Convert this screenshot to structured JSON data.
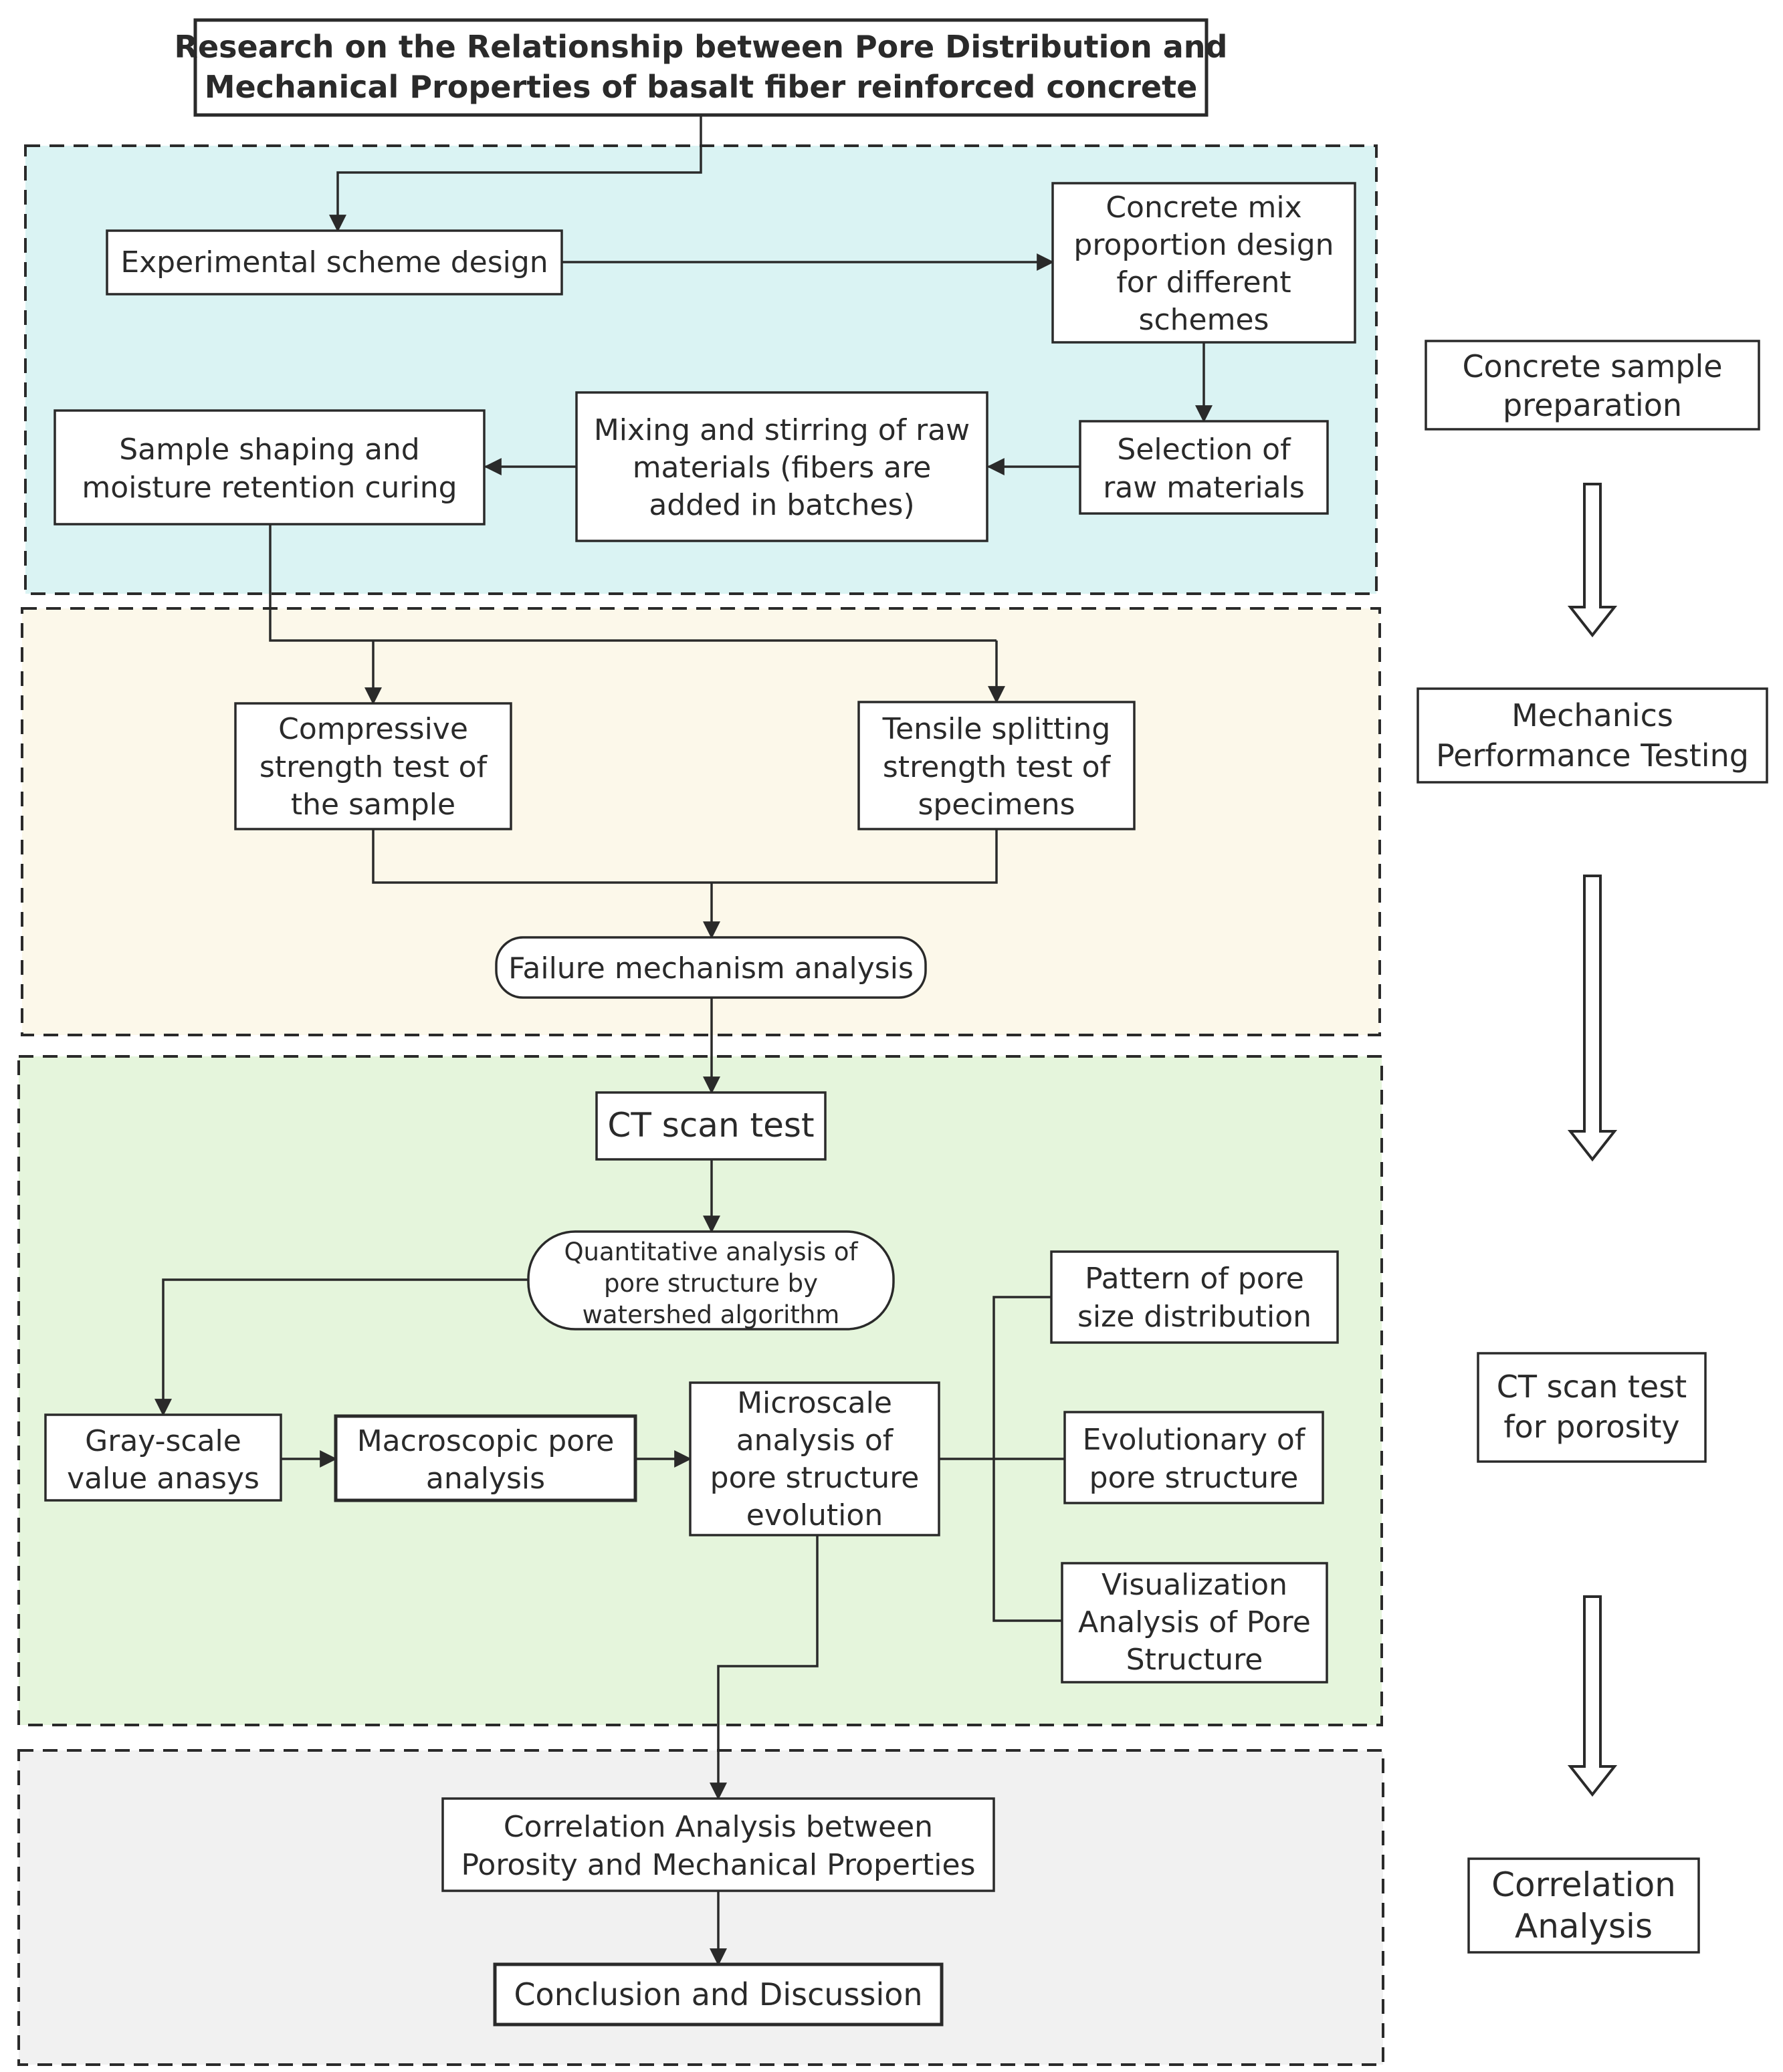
{
  "title": {
    "line1": "Research on the Relationship between Pore Distribution and",
    "line2": "Mechanical Properties of basalt fiber reinforced concrete"
  },
  "regions": {
    "prep": {
      "fill": "#daf3f3"
    },
    "mech": {
      "fill": "#fcf8ea"
    },
    "ct": {
      "fill": "#e5f5dc"
    },
    "corr": {
      "fill": "#f1f1f1"
    }
  },
  "stages": {
    "prep": {
      "lines": [
        "Concrete sample",
        "preparation"
      ],
      "color": "#2f9a9a"
    },
    "mech": {
      "lines": [
        "Mechanics",
        "Performance Testing"
      ],
      "color": "#a08c22"
    },
    "ct": {
      "lines": [
        "CT scan test",
        "for porosity"
      ],
      "color": "#5ac83c"
    },
    "corr": {
      "lines": [
        "Correlation",
        "Analysis"
      ],
      "color": "#2a2a2a"
    }
  },
  "nodes": {
    "scheme_design": [
      "Experimental scheme design"
    ],
    "mix_design": [
      "Concrete mix",
      "proportion design",
      "for different",
      "schemes"
    ],
    "raw_selection": [
      "Selection of",
      "raw materials"
    ],
    "mixing": [
      "Mixing and stirring of raw",
      "materials (fibers are",
      "added in batches)"
    ],
    "shaping": [
      "Sample shaping and",
      "moisture retention curing"
    ],
    "compressive": [
      "Compressive",
      "strength test of",
      "the sample"
    ],
    "tensile": [
      "Tensile splitting",
      "strength test of",
      "specimens"
    ],
    "failure": [
      "Failure mechanism analysis"
    ],
    "ct_scan": [
      "CT scan test"
    ],
    "watershed": [
      "Quantitative analysis of",
      "pore structure by",
      "watershed algorithm"
    ],
    "grayscale": [
      "Gray-scale",
      "value anasys"
    ],
    "macro": [
      "Macroscopic pore",
      "analysis"
    ],
    "micro": [
      "Microscale",
      "analysis of",
      "pore structure",
      "evolution"
    ],
    "pattern": [
      "Pattern of pore",
      "size distribution"
    ],
    "evolutionary": [
      "Evolutionary of",
      "pore structure"
    ],
    "visualization": [
      "Visualization",
      "Analysis of Pore",
      "Structure"
    ],
    "correlation": [
      "Correlation Analysis between",
      "Porosity and Mechanical Properties"
    ],
    "conclusion": [
      "Conclusion and Discussion"
    ]
  }
}
